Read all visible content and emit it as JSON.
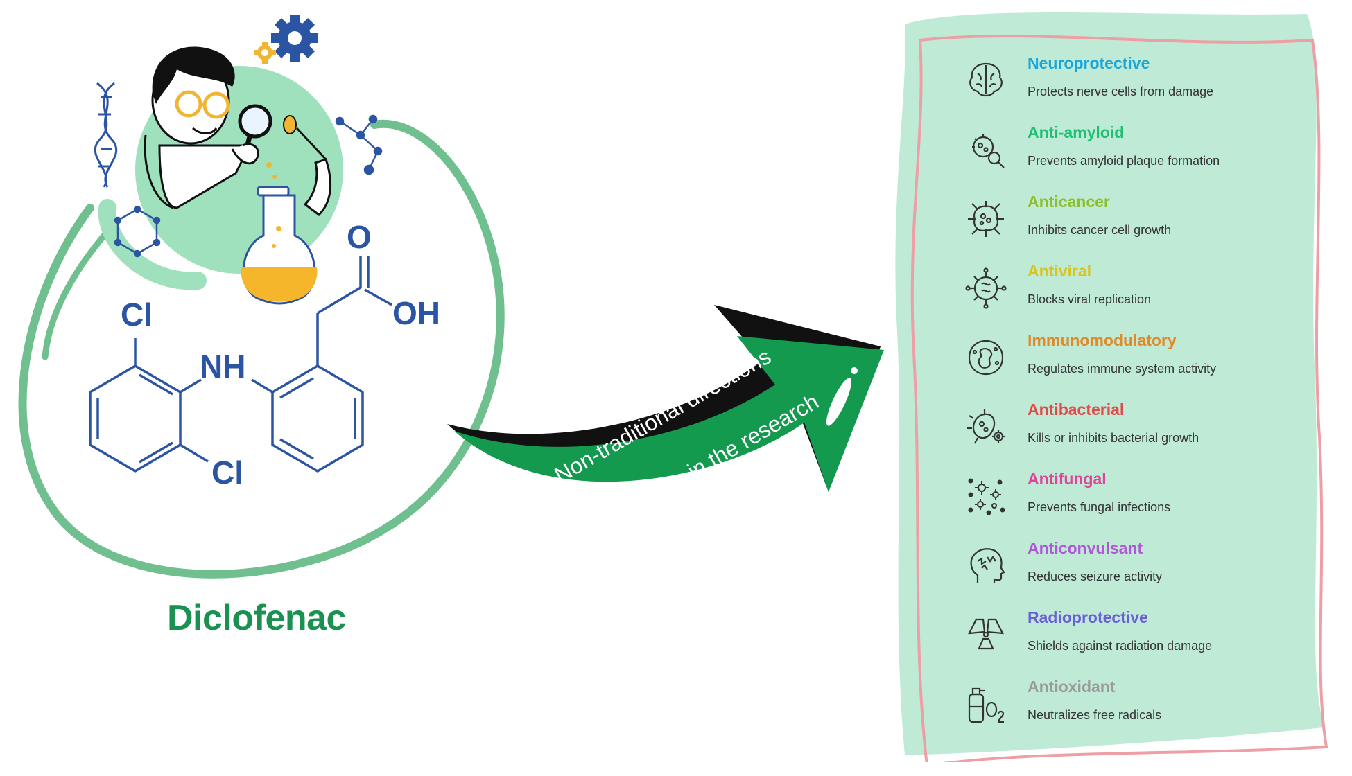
{
  "title": "Diclofenac",
  "arrow_text": [
    "Non-traditional directions",
    "in the research"
  ],
  "molecule": {
    "atoms": [
      "Cl",
      "NH",
      "Cl",
      "O",
      "OH"
    ]
  },
  "colors": {
    "title": "#1a9150",
    "panel": "#bfead6",
    "panel_border": "#ee9fa6",
    "arrow": "#139a4f",
    "molecule": "#2b55a3"
  },
  "properties": [
    {
      "name": "Neuroprotective",
      "desc": "Protects nerve cells from damage",
      "color": "#1aa6d8",
      "icon": "brain-icon"
    },
    {
      "name": "Anti-amyloid",
      "desc": "Prevents amyloid plaque formation",
      "color": "#1fbf74",
      "icon": "plaque-search-icon"
    },
    {
      "name": "Anticancer",
      "desc": "Inhibits cancer cell growth",
      "color": "#8cbf2a",
      "icon": "cancer-cell-icon"
    },
    {
      "name": "Antiviral",
      "desc": "Blocks viral replication",
      "color": "#d9c41c",
      "icon": "virus-icon"
    },
    {
      "name": "Immunomodulatory",
      "desc": "Regulates immune system activity",
      "color": "#e08a2a",
      "icon": "immune-cell-icon"
    },
    {
      "name": "Antibacterial",
      "desc": "Kills or inhibits bacterial growth",
      "color": "#e04a4a",
      "icon": "bacteria-icon"
    },
    {
      "name": "Antifungal",
      "desc": "Prevents fungal infections",
      "color": "#e0449a",
      "icon": "spores-icon"
    },
    {
      "name": "Anticonvulsant",
      "desc": "Reduces seizure activity",
      "color": "#b155d9",
      "icon": "head-seizure-icon"
    },
    {
      "name": "Radioprotective",
      "desc": "Shields against radiation damage",
      "color": "#6a5fd6",
      "icon": "radiation-icon"
    },
    {
      "name": "Antioxidant",
      "desc": "Neutralizes free radicals",
      "color": "#9a9a9a",
      "icon": "oxygen-tank-icon"
    }
  ]
}
